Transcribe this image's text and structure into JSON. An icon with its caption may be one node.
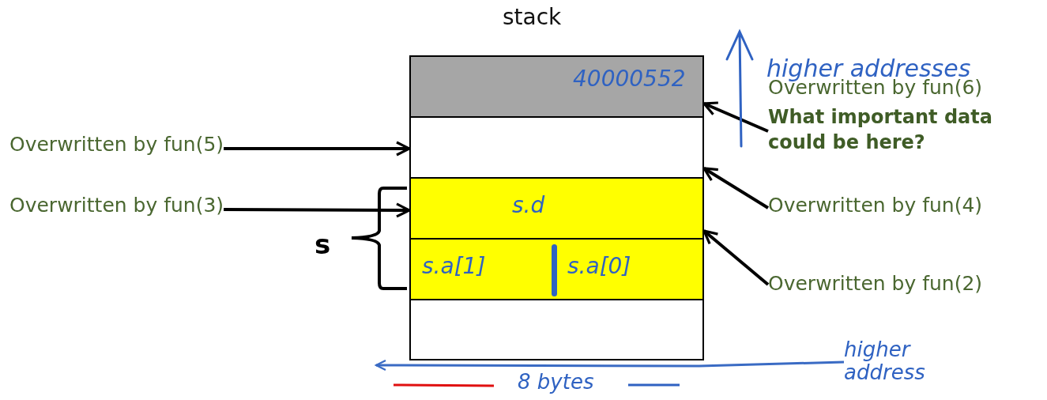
{
  "diagram": {
    "title": "stack",
    "nodes": [
      {
        "text": [
          "40000552"
        ]
      },
      {
        "text": [],
        "shape": "box"
      },
      {
        "text": [
          "s.d"
        ]
      },
      {
        "text": [
          "s.a[1]",
          "s.a[0]"
        ]
      },
      {
        "text": [],
        "shape": "box"
      },
      {
        "text": [
          "Overwritten by fun(5)"
        ]
      },
      {
        "text": [
          "Overwritten by fun(3)"
        ]
      },
      {
        "text": [
          "Overwritten by fun(6)",
          "What important data could be here?"
        ]
      },
      {
        "text": [
          "Overwritten by fun(4)"
        ]
      },
      {
        "text": [
          "Overwritten by fun(2)"
        ]
      },
      {
        "text": [
          "higher address"
        ]
      }
    ],
    "edges": [
      {
        "from": 5,
        "to": 1,
        "arrow": "to"
      },
      {
        "from": 6,
        "to": 2,
        "arrow": "to"
      },
      {
        "from": 7,
        "to": 0,
        "arrow": "to"
      },
      {
        "from": 8,
        "to": 1,
        "arrow": "to"
      },
      {
        "from": 9,
        "to": 2,
        "arrow": "to"
      },
      {
        "from": 10,
        "to": null,
        "arrow": "to",
        "color": "#3a6bc4"
      }
    ],
    "labels": [
      "higher addresses",
      "s",
      "8 bytes"
    ]
  }
}
